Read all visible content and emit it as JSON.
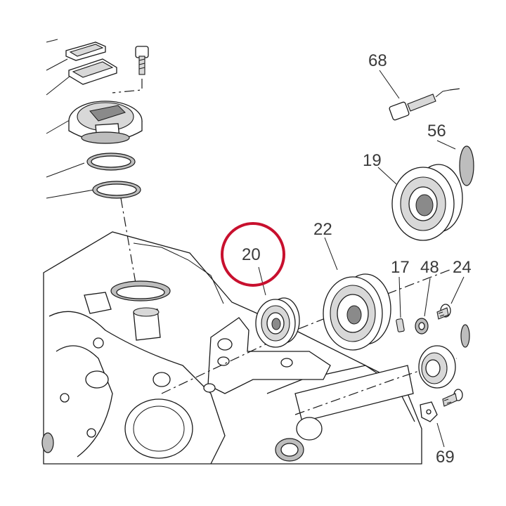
{
  "diagram": {
    "callouts": [
      "68",
      "56",
      "19",
      "22",
      "20",
      "17",
      "48",
      "24",
      "69"
    ],
    "highlighted_callout": "20",
    "highlight_color": "#c8102e"
  }
}
